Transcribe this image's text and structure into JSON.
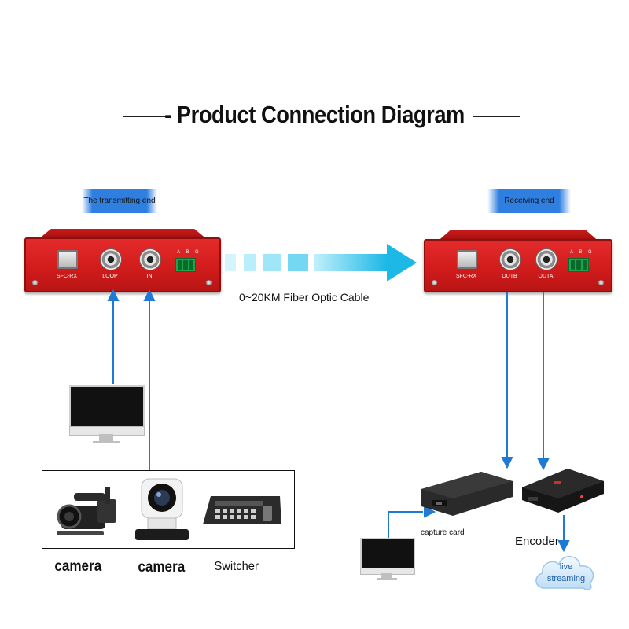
{
  "title": "- Product Connection Diagram",
  "tags": {
    "transmitter": "The transmitting end",
    "receiver": "Receiving end"
  },
  "transmitter": {
    "ports": [
      "SFC-RX",
      "LOOP",
      "IN"
    ],
    "terminal": "A B G"
  },
  "receiver": {
    "ports": [
      "SFC-RX",
      "OUTB",
      "OUTA"
    ],
    "terminal": "A B G"
  },
  "fiber_label": "0~20KM Fiber Optic Cable",
  "sources": {
    "camera1": "camera",
    "camera2": "camera",
    "switcher": "Switcher"
  },
  "outputs": {
    "capture_card": "capture card",
    "encoder": "Encoder",
    "cloud": "live streaming"
  },
  "colors": {
    "device_red": "#d21c1c",
    "arrow_blue": "#1f7ad6",
    "fiber_cyan": "#29c5e8"
  }
}
